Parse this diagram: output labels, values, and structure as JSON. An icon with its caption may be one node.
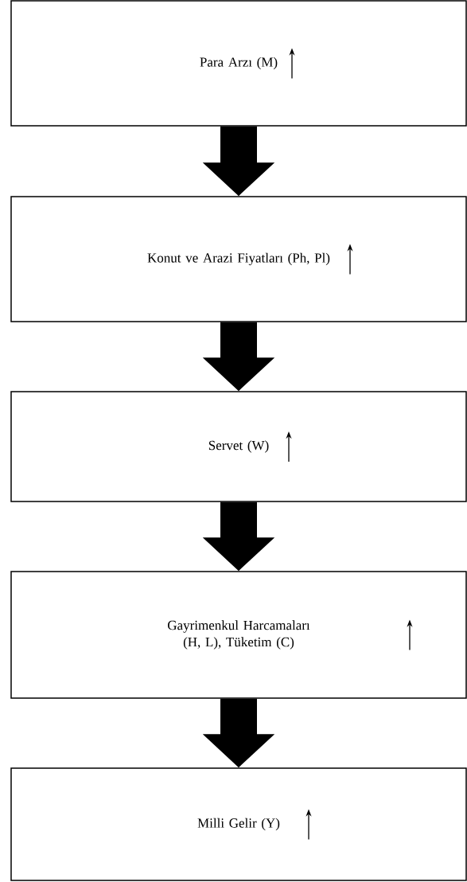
{
  "diagram": {
    "nodes": [
      {
        "text": [
          "Para Arzı (M)"
        ]
      },
      {
        "text": [
          "Konut ve Arazi Fiyatları (Ph, Pl)"
        ]
      },
      {
        "text": [
          "Servet (W)"
        ]
      },
      {
        "text": [
          "Gayrimenkul Harcamaları (H, L), Tüketim (C)"
        ]
      },
      {
        "text": [
          "Milli Gelir (Y)"
        ]
      }
    ],
    "edges": [
      {
        "from": 0,
        "to": 1,
        "arrow": "to"
      },
      {
        "from": 1,
        "to": 2,
        "arrow": "to"
      },
      {
        "from": 2,
        "to": 3,
        "arrow": "to"
      },
      {
        "from": 3,
        "to": 4,
        "arrow": "to"
      }
    ]
  }
}
